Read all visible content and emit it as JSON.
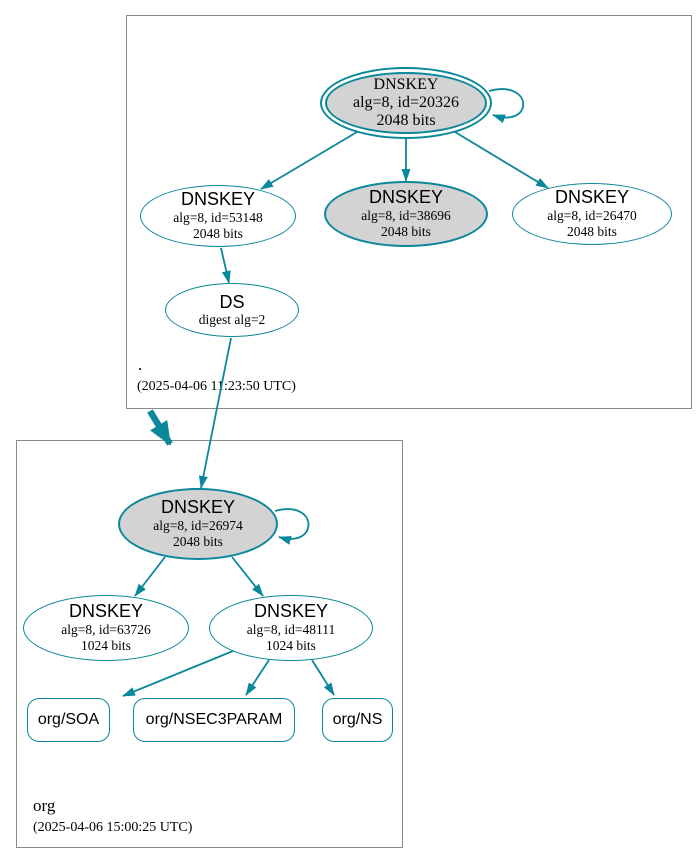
{
  "diagram": {
    "type": "dnssec-authentication-chain",
    "colors": {
      "secure_edge": "#0a879a",
      "node_fill_gray": "#d3d3d3",
      "node_fill_white": "#ffffff",
      "cluster_border": "#8a8a8a",
      "text": "#000000"
    },
    "zones": [
      {
        "name": ".",
        "timestamp": "(2025-04-06 11:23:50 UTC)",
        "nodes": {
          "ksk": {
            "title": "DNSKEY",
            "attrs": "alg=8, id=20326",
            "bits": "2048 bits"
          },
          "zsk_left": {
            "title": "DNSKEY",
            "attrs": "alg=8, id=53148",
            "bits": "2048 bits"
          },
          "zsk_mid": {
            "title": "DNSKEY",
            "attrs": "alg=8, id=38696",
            "bits": "2048 bits"
          },
          "zsk_right": {
            "title": "DNSKEY",
            "attrs": "alg=8, id=26470",
            "bits": "2048 bits"
          },
          "ds": {
            "title": "DS",
            "attrs": "digest alg=2"
          }
        }
      },
      {
        "name": "org",
        "timestamp": "(2025-04-06 15:00:25 UTC)",
        "nodes": {
          "ksk": {
            "title": "DNSKEY",
            "attrs": "alg=8, id=26974",
            "bits": "2048 bits"
          },
          "zsk_left": {
            "title": "DNSKEY",
            "attrs": "alg=8, id=63726",
            "bits": "1024 bits"
          },
          "zsk_right": {
            "title": "DNSKEY",
            "attrs": "alg=8, id=48111",
            "bits": "1024 bits"
          },
          "rrset_soa": {
            "label": "org/SOA"
          },
          "rrset_nsec3param": {
            "label": "org/NSEC3PARAM"
          },
          "rrset_ns": {
            "label": "org/NS"
          }
        }
      }
    ]
  }
}
